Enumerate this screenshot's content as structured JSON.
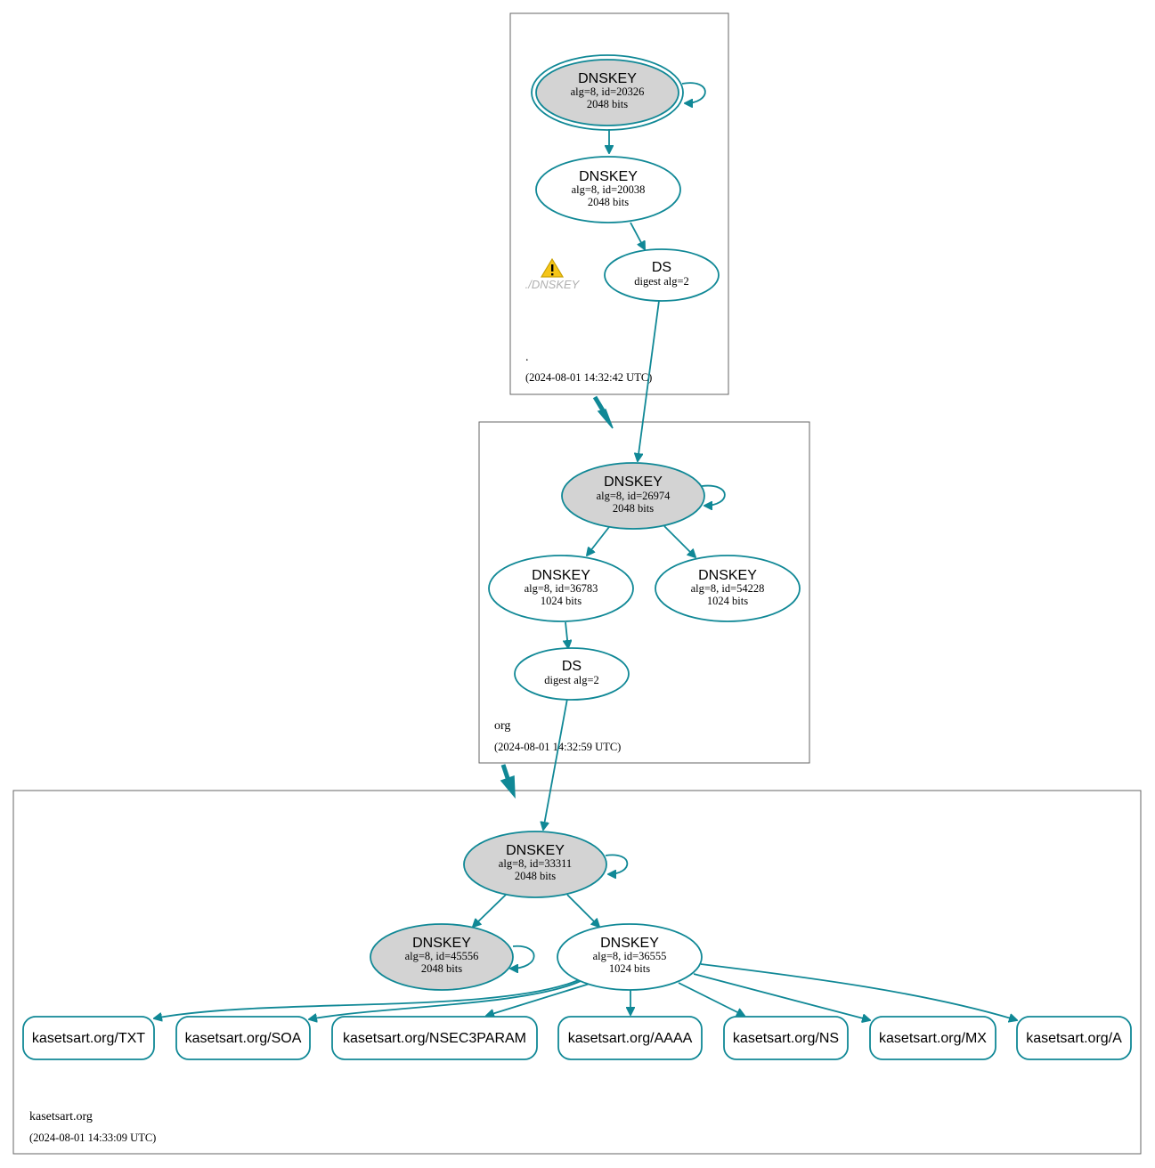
{
  "zones": {
    "root": {
      "name": ".",
      "timestamp": "(2024-08-01 14:32:42 UTC)"
    },
    "org": {
      "name": "org",
      "timestamp": "(2024-08-01 14:32:59 UTC)"
    },
    "kasetsart": {
      "name": "kasetsart.org",
      "timestamp": "(2024-08-01 14:33:09 UTC)"
    }
  },
  "nodes": {
    "root_ksk": {
      "type": "DNSKEY",
      "detail": "alg=8, id=20326",
      "size": "2048 bits"
    },
    "root_zsk": {
      "type": "DNSKEY",
      "detail": "alg=8, id=20038",
      "size": "2048 bits"
    },
    "root_ds": {
      "type": "DS",
      "detail": "digest alg=2"
    },
    "org_ksk": {
      "type": "DNSKEY",
      "detail": "alg=8, id=26974",
      "size": "2048 bits"
    },
    "org_zsk1": {
      "type": "DNSKEY",
      "detail": "alg=8, id=36783",
      "size": "1024 bits"
    },
    "org_zsk2": {
      "type": "DNSKEY",
      "detail": "alg=8, id=54228",
      "size": "1024 bits"
    },
    "org_ds": {
      "type": "DS",
      "detail": "digest alg=2"
    },
    "ks_ksk": {
      "type": "DNSKEY",
      "detail": "alg=8, id=33311",
      "size": "2048 bits"
    },
    "ks_key2": {
      "type": "DNSKEY",
      "detail": "alg=8, id=45556",
      "size": "2048 bits"
    },
    "ks_zsk": {
      "type": "DNSKEY",
      "detail": "alg=8, id=36555",
      "size": "1024 bits"
    }
  },
  "warning": {
    "label": "./DNSKEY",
    "icon": "warning-icon"
  },
  "rrsets": [
    "kasetsart.org/TXT",
    "kasetsart.org/SOA",
    "kasetsart.org/NSEC3PARAM",
    "kasetsart.org/AAAA",
    "kasetsart.org/NS",
    "kasetsart.org/MX",
    "kasetsart.org/A"
  ],
  "colors": {
    "edge": "#108896",
    "key_fill": "#d3d3d3",
    "zone_border": "#666666",
    "warning": "#f5c518"
  }
}
